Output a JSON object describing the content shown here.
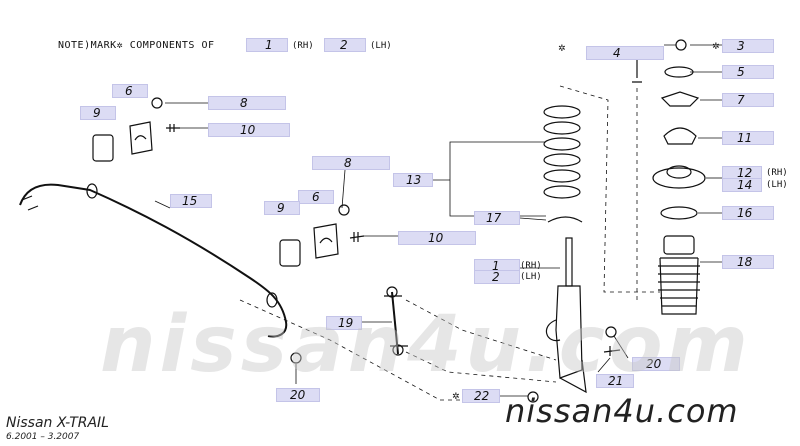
{
  "note": {
    "prefix": "NOTE)MARK✲ COMPONENTS OF",
    "part_a": "1",
    "part_a_side": "(RH)",
    "part_b": "2",
    "part_b_side": "(LH)"
  },
  "callouts": {
    "c1": "1",
    "c2": "2",
    "c3": "3",
    "c4": "4",
    "c5": "5",
    "c6a": "6",
    "c6b": "6",
    "c7": "7",
    "c8a": "8",
    "c8b": "8",
    "c9a": "9",
    "c9b": "9",
    "c10a": "10",
    "c10b": "10",
    "c11": "11",
    "c12": "12",
    "c13": "13",
    "c14": "14",
    "c15": "15",
    "c16": "16",
    "c17": "17",
    "c18": "18",
    "c19": "19",
    "c20a": "20",
    "c20b": "20",
    "c21": "21",
    "c22": "22"
  },
  "sides": {
    "rh1": "(RH)",
    "lh2": "(LH)",
    "rh12": "(RH)",
    "lh14": "(LH)"
  },
  "star_mark": "✲",
  "watermark": {
    "big": "nissan4u.com",
    "small": "nissan4u.com"
  },
  "footer": {
    "model": "Nissan X-TRAIL",
    "years": "6.2001 – 3.2007"
  },
  "colors": {
    "label_bg": "#dcdcf4",
    "line": "#111111"
  }
}
